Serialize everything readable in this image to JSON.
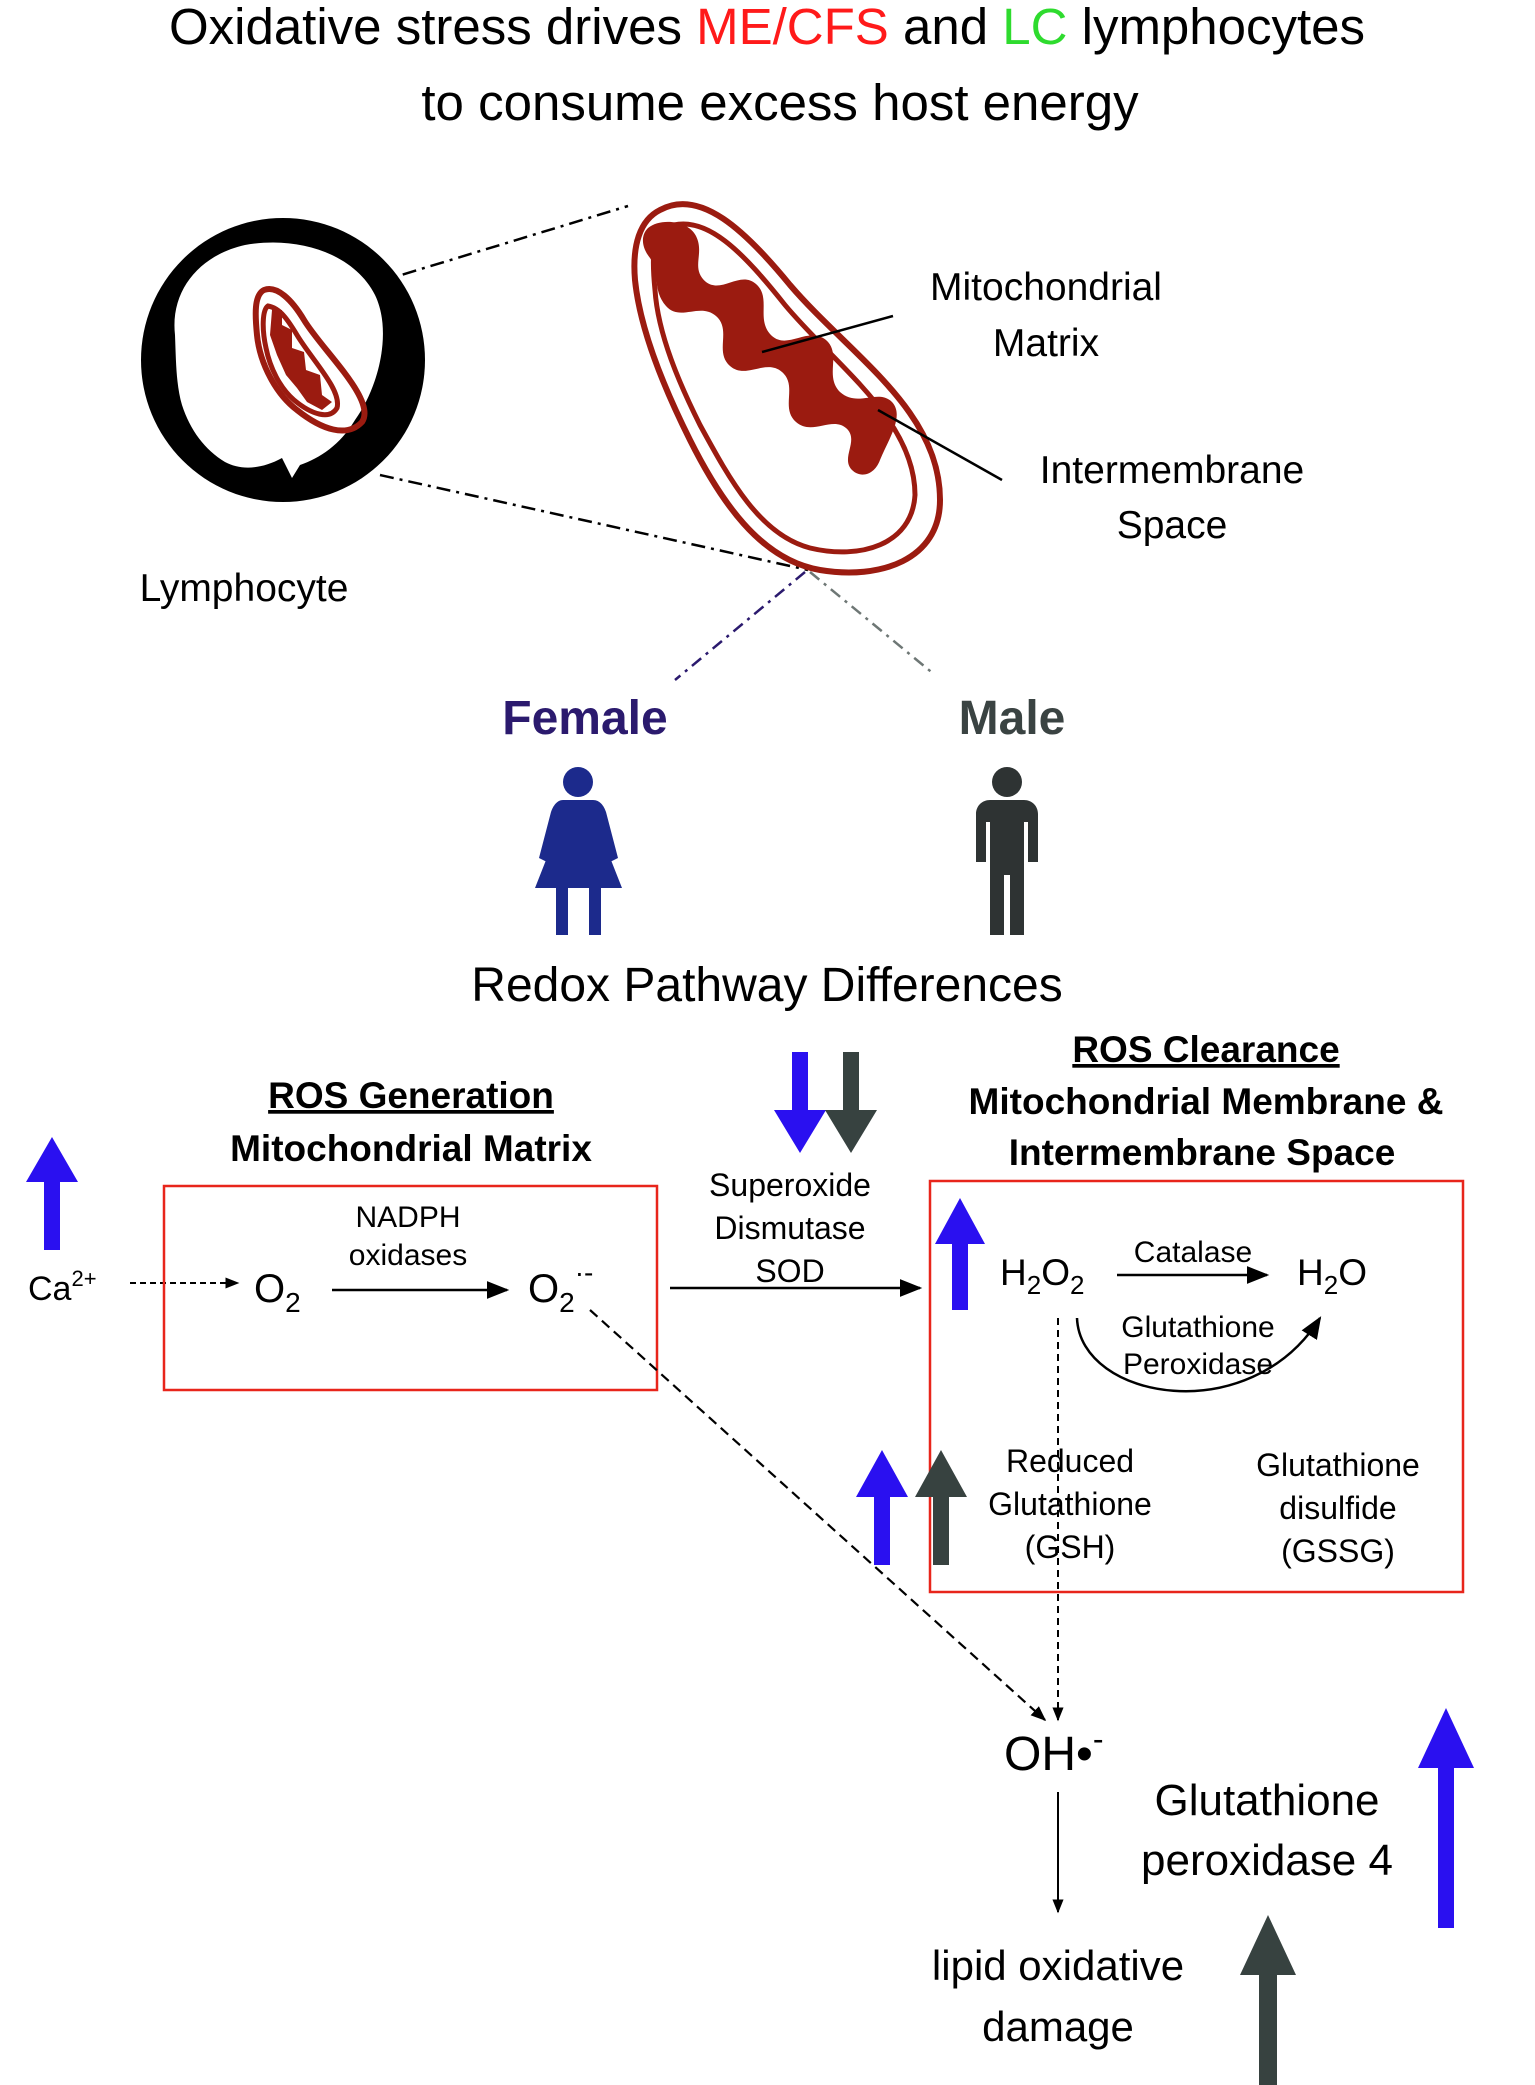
{
  "title": {
    "line1_pre": "Oxidative stress drives ",
    "line1_mecfs": "ME/CFS",
    "line1_and": " and ",
    "line1_lc": "LC",
    "line1_post": " lymphocytes",
    "line2": "to consume excess host energy"
  },
  "cell": {
    "label": "Lymphocyte",
    "matrix_label_1": "Mitochondrial",
    "matrix_label_2": "Matrix",
    "ims_label_1": "Intermembrane",
    "ims_label_2": "Space"
  },
  "sex": {
    "female": "Female",
    "male": "Male",
    "heading": "Redox Pathway Differences"
  },
  "generation": {
    "title_1": "ROS Generation",
    "title_2": "Mitochondrial Matrix",
    "ca": "Ca",
    "ca_sup": "2+",
    "nadph_1": "NADPH",
    "nadph_2": "oxidases",
    "o2": "O",
    "o2_sub": "2",
    "superoxide": "O",
    "superoxide_sub": "2",
    "superoxide_sup": "·-"
  },
  "sod": {
    "line1": "Superoxide",
    "line2": "Dismutase",
    "line3": "SOD"
  },
  "clearance": {
    "title_1": "ROS Clearance",
    "title_2": "Mitochondrial Membrane &",
    "title_3": "Intermembrane Space",
    "h2o2_a": "H",
    "h2o2_b": "2",
    "h2o2_c": "O",
    "h2o2_d": "2",
    "catalase": "Catalase",
    "h2o_a": "H",
    "h2o_b": "2",
    "h2o_c": "O",
    "gpx_1": "Glutathione",
    "gpx_2": "Peroxidase",
    "gsh_1": "Reduced",
    "gsh_2": "Glutathione",
    "gsh_3": "(GSH)",
    "gssg_1": "Glutathione",
    "gssg_2": "disulfide",
    "gssg_3": "(GSSG)"
  },
  "damage": {
    "hydroxyl": "OH•",
    "hydroxyl_sup": "-",
    "lipid_1": "lipid oxidative",
    "lipid_2": "damage",
    "gpx4_1": "Glutathione",
    "gpx4_2": "peroxidase 4"
  },
  "colors": {
    "mecfs": "#ff1a1a",
    "lc": "#2edb2e",
    "female": "#2b1a6e",
    "male": "#3a4342",
    "female_icon": "#1c2a8c",
    "male_icon": "#2e3333",
    "blue_arrow": "#2a10f0",
    "gray_arrow": "#374240",
    "mito": "#9b1b10",
    "box": "#e8251b"
  },
  "icons": [
    "up-arrow-icon",
    "down-arrow-icon",
    "female-person-icon",
    "male-person-icon"
  ]
}
